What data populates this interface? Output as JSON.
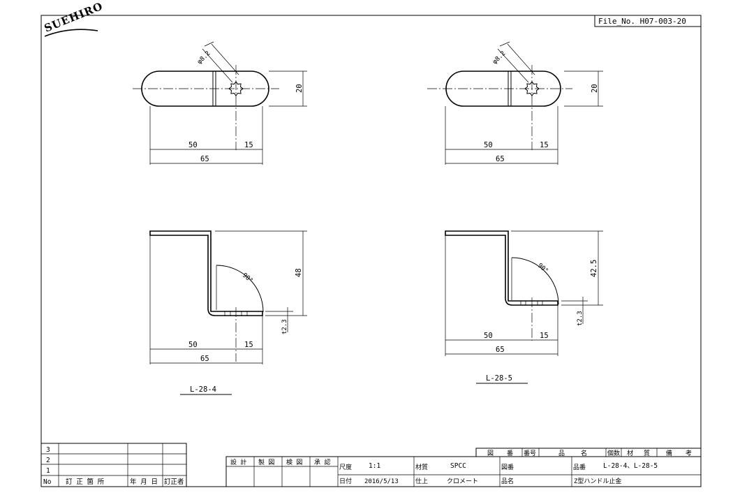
{
  "header": {
    "logo": "SUEHIRO",
    "file_no": "File_No. H07-003-20"
  },
  "views": {
    "left": {
      "hole_dim": "φ8.2",
      "width_dim": "20",
      "dim_a": "50",
      "dim_b": "15",
      "dim_total": "65",
      "angle": "90°",
      "height_dim": "48",
      "thickness": "t2.3",
      "side_dim_a": "50",
      "side_dim_b": "15",
      "side_total": "65",
      "part_label": "L-28-4"
    },
    "right": {
      "hole_dim": "φ8.2",
      "width_dim": "20",
      "dim_a": "50",
      "dim_b": "15",
      "dim_total": "65",
      "angle": "90°",
      "height_dim": "42.5",
      "thickness": "t2.3",
      "side_dim_a": "50",
      "side_dim_b": "15",
      "side_total": "65",
      "part_label": "L-28-5"
    }
  },
  "revision_table": {
    "rows": [
      "3",
      "2",
      "1"
    ],
    "col_no": "No",
    "col_place": "訂 正 箇 所",
    "col_date": "年 月 日",
    "col_by": "訂正者"
  },
  "title_block": {
    "design": "設 計",
    "drawn": "製 図",
    "checked": "検 図",
    "approved": "承 認",
    "scale_label": "尺度",
    "scale": "1:1",
    "material_label": "材質",
    "material": "SPCC",
    "drawing_no_label": "図番",
    "part_no_label": "品番",
    "part_no": "L-28-4、L-28-5",
    "date_label": "日付",
    "date": "2016/5/13",
    "finish_label": "仕上",
    "finish": "クロメート",
    "name_label": "品名",
    "name": "Z型ハンドル止金",
    "parts_header": [
      "図",
      "番",
      "番号",
      "品",
      "名",
      "個数",
      "材",
      "質",
      "備",
      "考"
    ]
  }
}
